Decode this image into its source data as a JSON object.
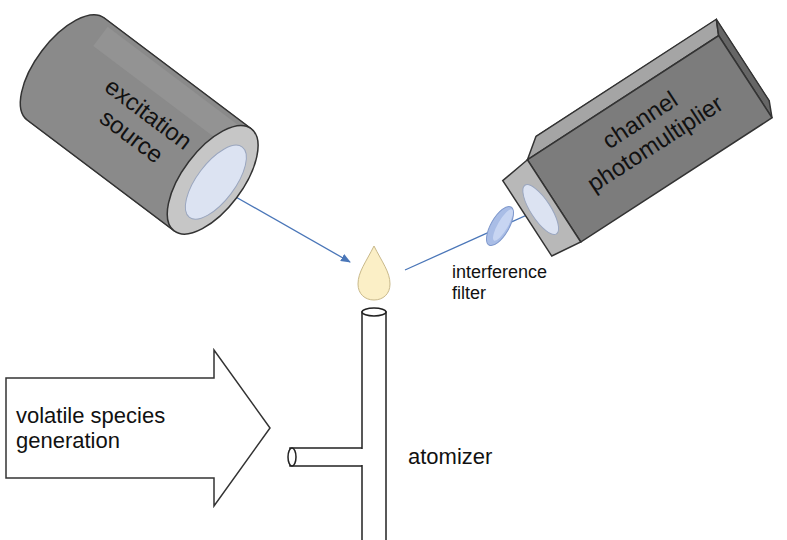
{
  "diagram": {
    "nodes": [
      {
        "text": [
          "excitation source"
        ]
      },
      {
        "text": [
          "channel photomultiplier"
        ]
      },
      {
        "text": [
          "volatile species generation"
        ]
      }
    ],
    "labels": [
      "interference filter",
      "atomizer"
    ]
  }
}
